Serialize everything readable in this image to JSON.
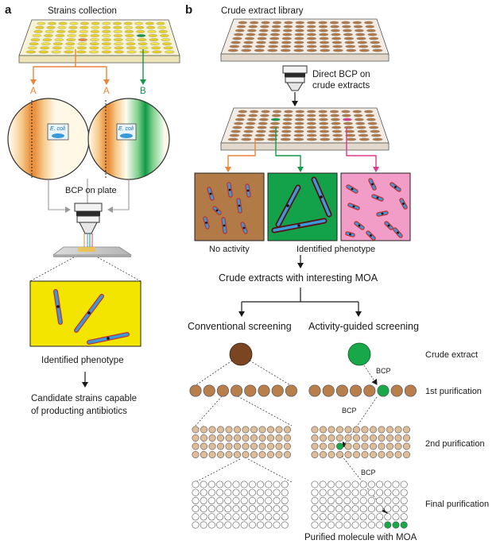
{
  "panel_a": {
    "letter": "a",
    "title": "Strains collection",
    "marker_a_left": "A",
    "marker_a_right": "A",
    "marker_b": "B",
    "ecoli_left": "E. coli",
    "ecoli_right": "E. coli",
    "bcp_on_plate": "BCP on plate",
    "identified_phenotype": "Identified phenotype",
    "candidate_line1": "Candidate strains capable",
    "candidate_line2": "of producting antibiotics"
  },
  "panel_b": {
    "letter": "b",
    "title": "Crude extract library",
    "direct_bcp_line1": "Direct BCP on",
    "direct_bcp_line2": "crude extracts",
    "no_activity": "No activity",
    "identified_phenotype": "Identified phenotype",
    "crude_extracts_moa": "Crude extracts with interesting MOA",
    "conventional_screening": "Conventional screening",
    "activity_guided_screening": "Activity-guided screening",
    "crude_extract": "Crude extract",
    "first_purification": "1st purification",
    "second_purification": "2nd purification",
    "final_purification": "Final purification",
    "bcp_1": "BCP",
    "bcp_2": "BCP",
    "bcp_3": "BCP",
    "purified_molecule": "Purified molecule with MOA"
  },
  "colors": {
    "orange": "#e8873a",
    "green": "#119a4a",
    "pink": "#e0388c",
    "brown": "#a86d3d",
    "tan": "#d9a87a",
    "yellow": "#f3e500",
    "cell_blue": "#3a9ad9",
    "cell_red": "#c43030"
  }
}
